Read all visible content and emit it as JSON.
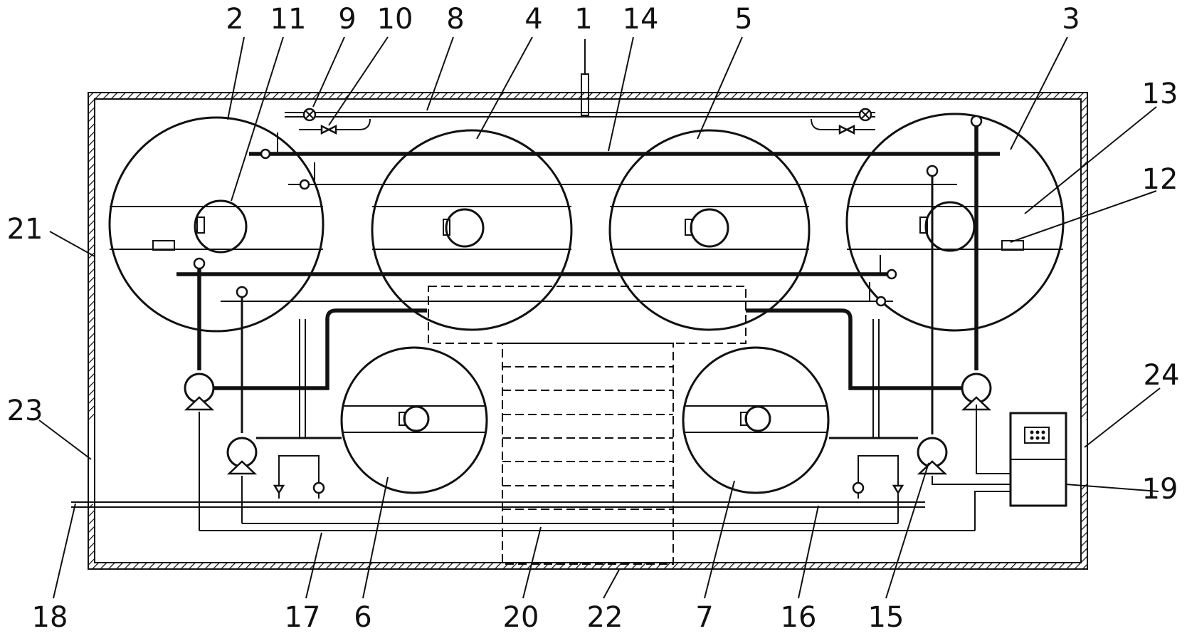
{
  "diagram": {
    "colors": {
      "ink": "#111111",
      "paper": "#ffffff"
    },
    "callouts": [
      "1",
      "2",
      "3",
      "4",
      "5",
      "6",
      "7",
      "8",
      "9",
      "10",
      "11",
      "12",
      "13",
      "14",
      "15",
      "16",
      "17",
      "18",
      "19",
      "20",
      "21",
      "22",
      "23",
      "24"
    ]
  }
}
